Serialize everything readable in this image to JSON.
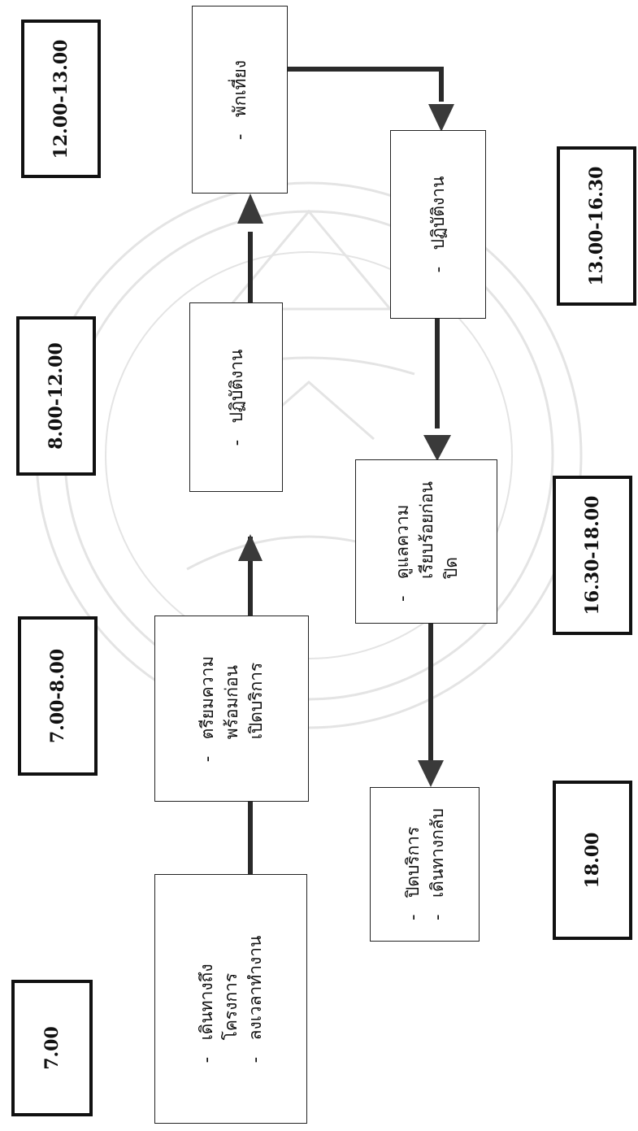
{
  "diagram": {
    "times": [
      {
        "id": "t1",
        "label": "12.00-13.00"
      },
      {
        "id": "t2",
        "label": "8.00-12.00"
      },
      {
        "id": "t3",
        "label": "7.00-8.00"
      },
      {
        "id": "t4",
        "label": "7.00"
      },
      {
        "id": "t5",
        "label": "13.00-16.30"
      },
      {
        "id": "t6",
        "label": "16.30-18.00"
      },
      {
        "id": "t7",
        "label": "18.00"
      }
    ],
    "steps": {
      "travel_in": {
        "bullet": "-",
        "line1": "เดินทางถึง",
        "line2": "โครงการ",
        "bullet2": "-",
        "line3": "ลงเวลาทำงาน"
      },
      "prepare": {
        "bullet": "-",
        "line1": "ตรียมความ",
        "line2": "พร้อมก่อน",
        "line3": "เปิดบริการ"
      },
      "work_morning": {
        "bullet": "-",
        "line1": "ปฏิบัติงาน"
      },
      "lunch": {
        "bullet": "-",
        "line1": "พักเที่ยง"
      },
      "work_afternoon": {
        "bullet": "-",
        "line1": "ปฏิบัติงาน"
      },
      "tidy": {
        "bullet": "-",
        "line1": "ดูแลความ",
        "line2": "เรียบร้อยก่อน",
        "line3": "ปิด"
      },
      "close": {
        "bullet": "-",
        "line1": "ปิดบริการ",
        "bullet2": "-",
        "line2": "เดินทางกลับ"
      }
    },
    "colors": {
      "line": "#2a2a2a",
      "arrowhead": "#3a3a3a",
      "seal": "#e6e6e6"
    }
  }
}
